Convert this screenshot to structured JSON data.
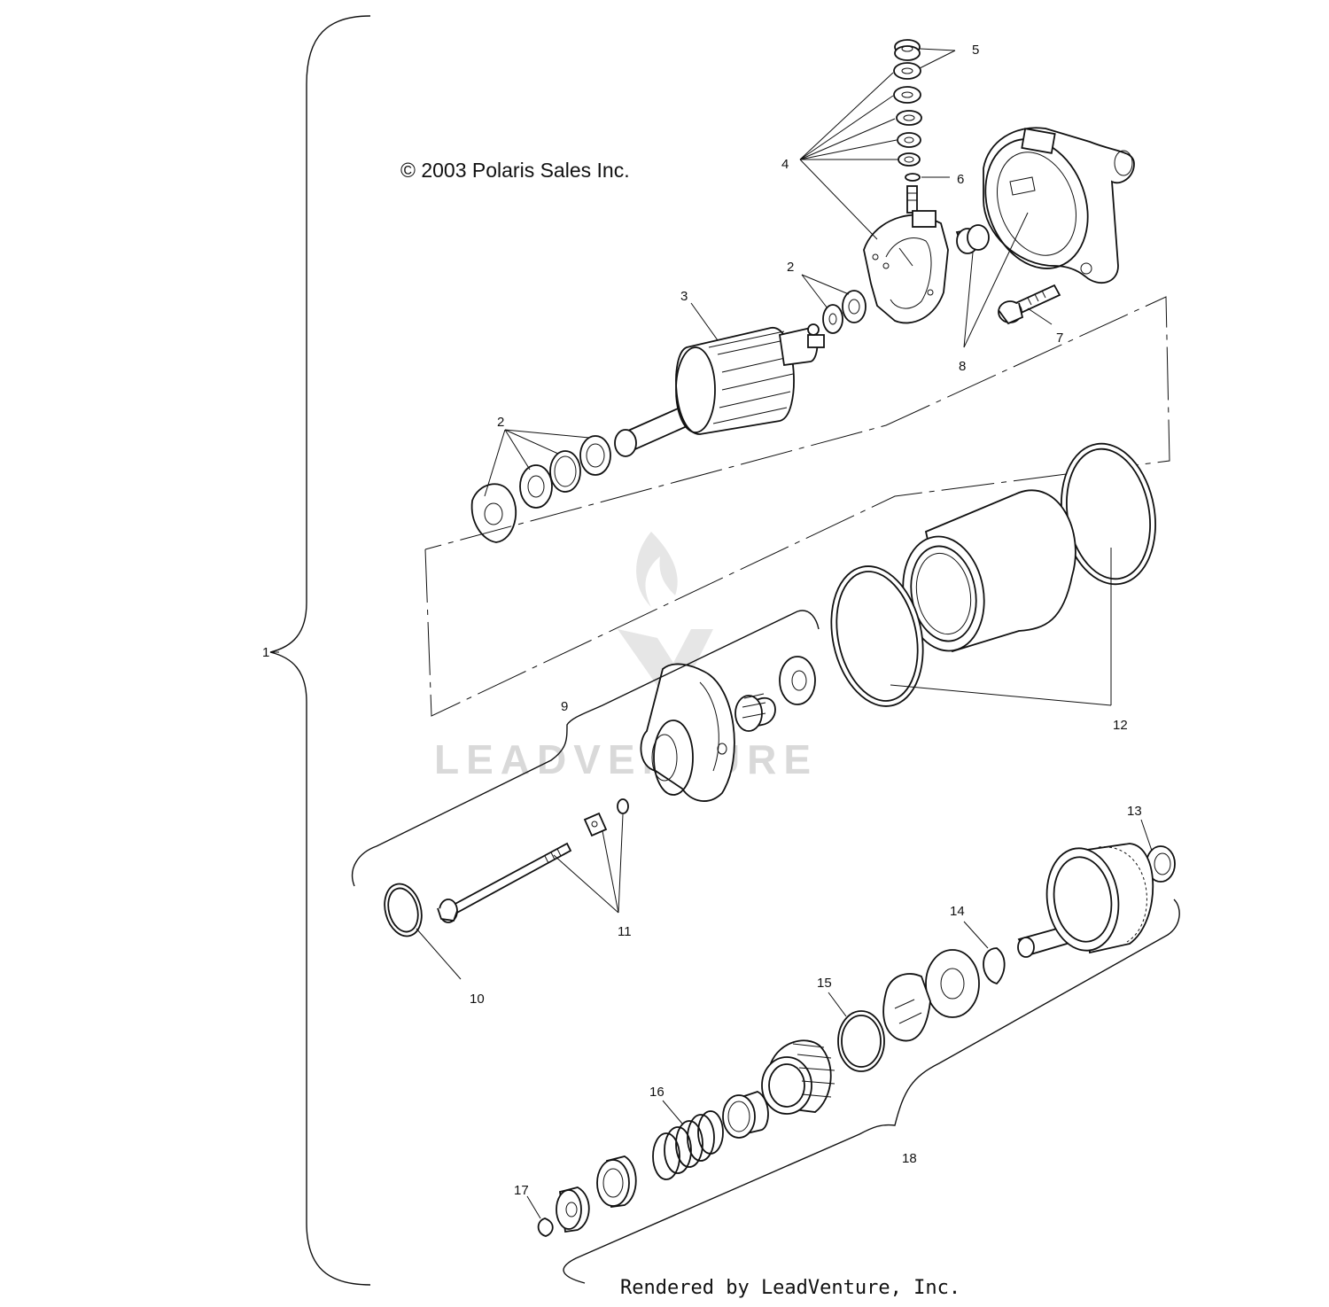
{
  "diagram": {
    "copyright": "© 2003 Polaris Sales Inc.",
    "rendered_by": "Rendered by LeadVenture, Inc.",
    "watermark": "LEADVENTURE",
    "callouts": {
      "c1": "1",
      "c2a": "2",
      "c2b": "2",
      "c3": "3",
      "c4": "4",
      "c5": "5",
      "c6": "6",
      "c7": "7",
      "c8": "8",
      "c9": "9",
      "c10": "10",
      "c11": "11",
      "c12": "12",
      "c13": "13",
      "c14": "14",
      "c15": "15",
      "c16": "16",
      "c17": "17",
      "c18": "18"
    }
  }
}
